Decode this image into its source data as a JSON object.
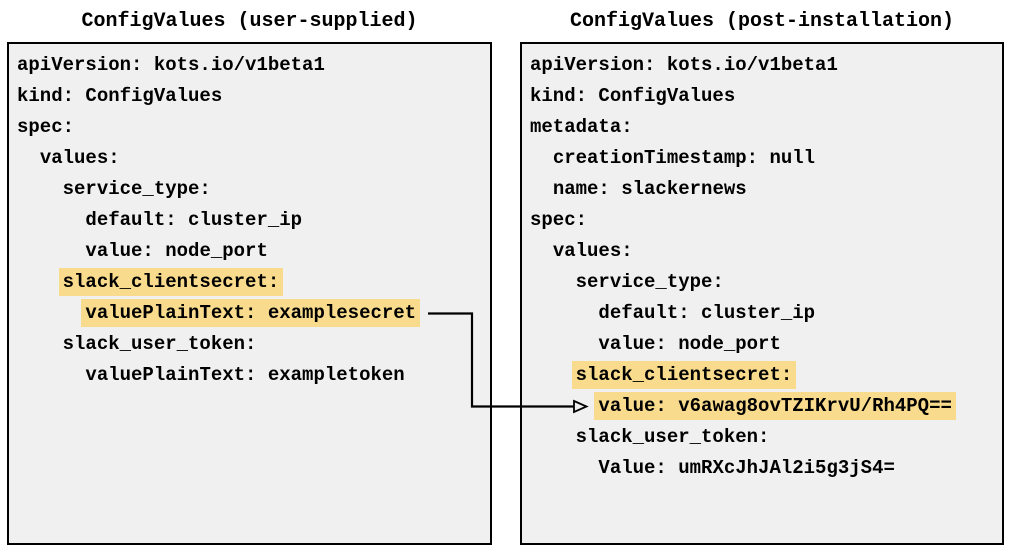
{
  "colors": {
    "panel_bg": "#f0f0f0",
    "panel_border": "#000000",
    "highlight": "#f8db8c",
    "text": "#000000"
  },
  "left_panel": {
    "title": "ConfigValues (user-supplied)",
    "lines": [
      {
        "indent": "",
        "text": "apiVersion: kots.io/v1beta1",
        "highlight": false
      },
      {
        "indent": "",
        "text": "kind: ConfigValues",
        "highlight": false
      },
      {
        "indent": "",
        "text": "spec:",
        "highlight": false
      },
      {
        "indent": "  ",
        "text": "values:",
        "highlight": false
      },
      {
        "indent": "    ",
        "text": "service_type:",
        "highlight": false
      },
      {
        "indent": "      ",
        "text": "default: cluster_ip",
        "highlight": false
      },
      {
        "indent": "      ",
        "text": "value: node_port",
        "highlight": false
      },
      {
        "indent": "    ",
        "text": "slack_clientsecret:",
        "highlight": true
      },
      {
        "indent": "      ",
        "text": "valuePlainText: examplesecret",
        "highlight": true
      },
      {
        "indent": "    ",
        "text": "slack_user_token:",
        "highlight": false
      },
      {
        "indent": "      ",
        "text": "valuePlainText: exampletoken",
        "highlight": false
      }
    ]
  },
  "right_panel": {
    "title": "ConfigValues (post-installation)",
    "lines": [
      {
        "indent": "",
        "text": "apiVersion: kots.io/v1beta1",
        "highlight": false
      },
      {
        "indent": "",
        "text": "kind: ConfigValues",
        "highlight": false
      },
      {
        "indent": "",
        "text": "metadata:",
        "highlight": false
      },
      {
        "indent": "  ",
        "text": "creationTimestamp: null",
        "highlight": false
      },
      {
        "indent": "  ",
        "text": "name: slackernews",
        "highlight": false
      },
      {
        "indent": "",
        "text": "spec:",
        "highlight": false
      },
      {
        "indent": "  ",
        "text": "values:",
        "highlight": false
      },
      {
        "indent": "    ",
        "text": "service_type:",
        "highlight": false
      },
      {
        "indent": "      ",
        "text": "default: cluster_ip",
        "highlight": false
      },
      {
        "indent": "      ",
        "text": "value: node_port",
        "highlight": false
      },
      {
        "indent": "    ",
        "text": "slack_clientsecret:",
        "highlight": true
      },
      {
        "indent": "      ",
        "text": "value: v6awag8ovTZIKrvU/Rh4PQ==",
        "highlight": true
      },
      {
        "indent": "    ",
        "text": "slack_user_token:",
        "highlight": false
      },
      {
        "indent": "      ",
        "text": "Value: umRXcJhJAl2i5g3jS4=",
        "highlight": false
      }
    ]
  }
}
